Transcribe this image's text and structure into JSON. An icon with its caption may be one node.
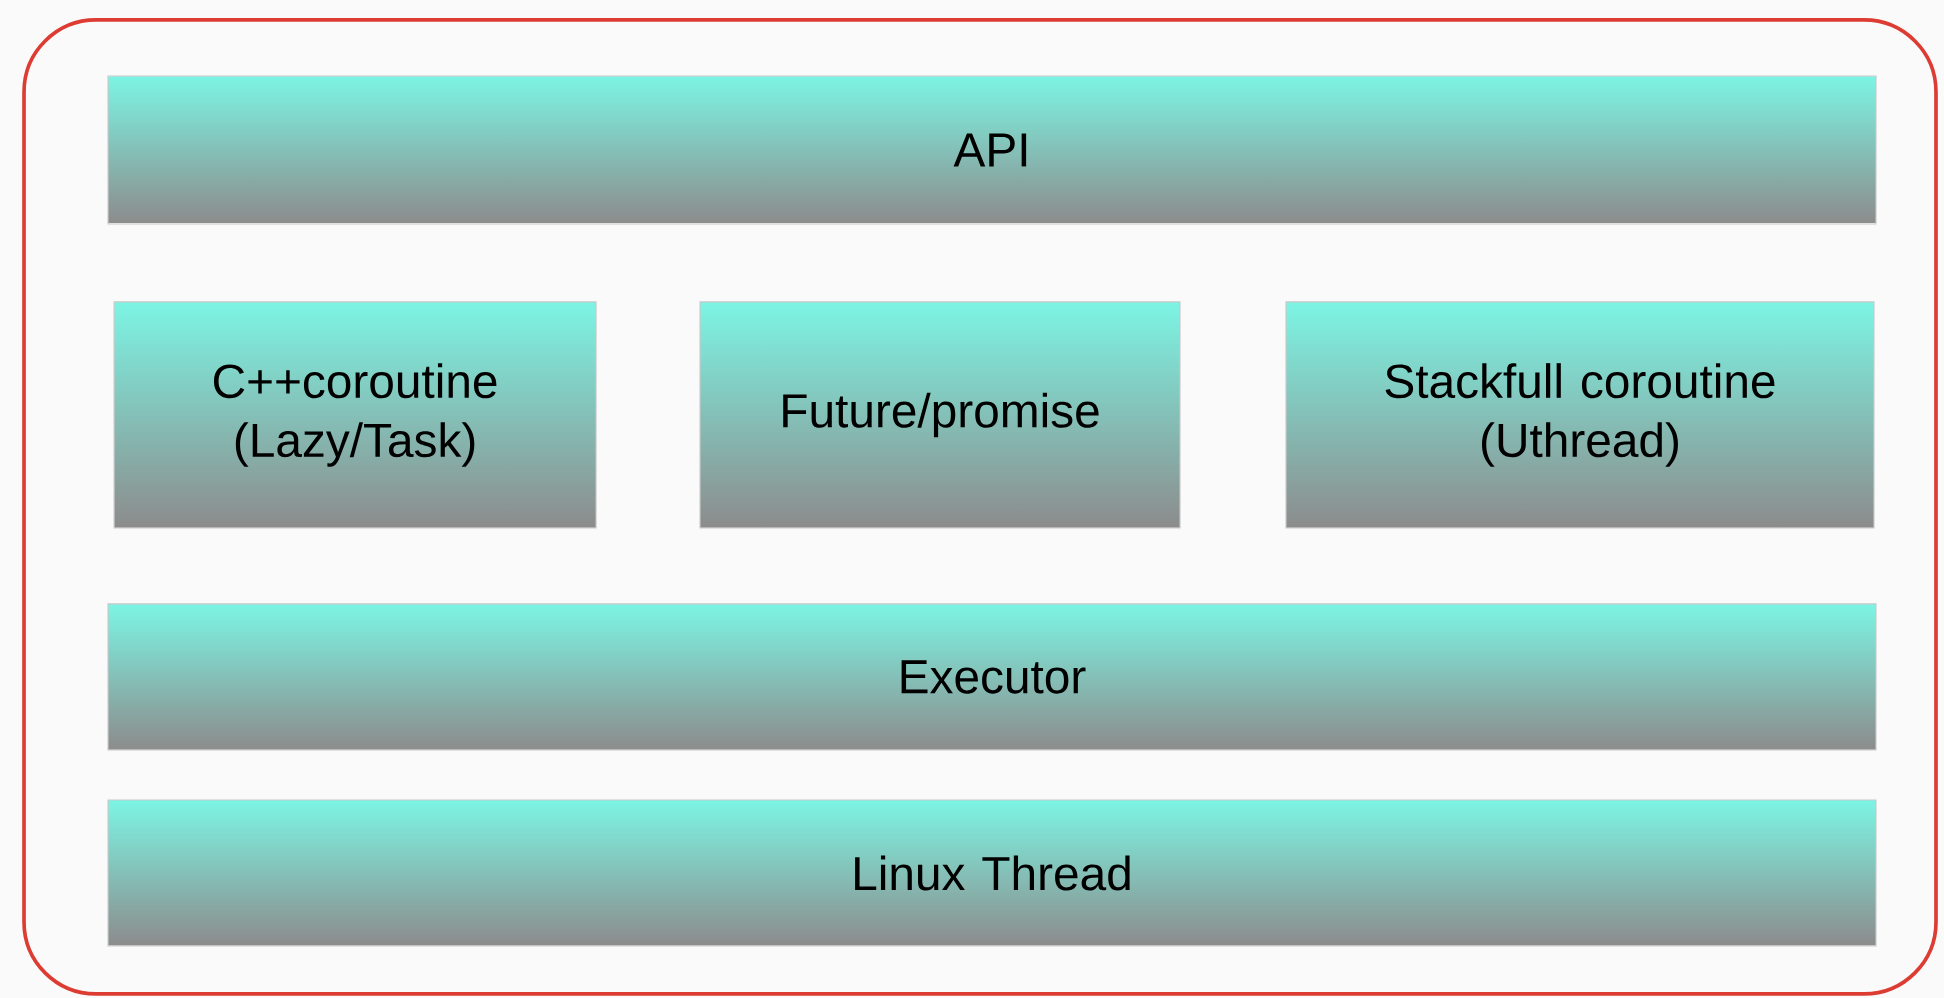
{
  "diagram": {
    "nodes": [
      {
        "text": [],
        "shape": "box"
      },
      {
        "text": [
          "API"
        ],
        "in": 0
      },
      {
        "text": [
          "C++coroutine (Lazy/Task)"
        ],
        "in": 0
      },
      {
        "text": [
          "Future/promise"
        ],
        "in": 0
      },
      {
        "text": [
          "Stackfull coroutine (Uthread)"
        ],
        "in": 0
      },
      {
        "text": [
          "Executor"
        ],
        "in": 0
      },
      {
        "text": [
          "Linux Thread"
        ],
        "in": 0
      }
    ]
  }
}
